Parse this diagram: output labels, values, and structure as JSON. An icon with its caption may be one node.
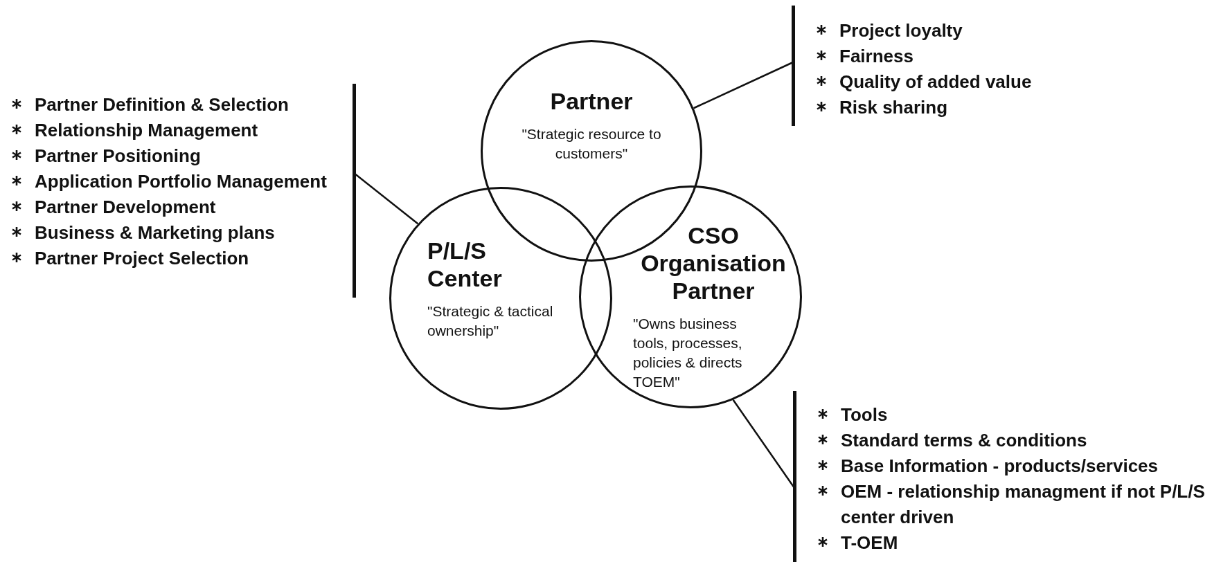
{
  "diagram": {
    "nodes": [
      {
        "text": [
          "Project loyalty",
          "Fairness",
          "Quality of added value",
          "Risk sharing"
        ]
      },
      {
        "text": [
          "Partner Definition & Selection",
          "Relationship Management",
          "Partner Positioning",
          "Application Portfolio Management",
          "Partner Development",
          "Business & Marketing plans",
          "Partner Project Selection"
        ]
      },
      {
        "text": [
          "Partner",
          "\"Strategic resource to customers\""
        ]
      },
      {
        "text": [
          "P/L/S Center",
          "\"Strategic & tactical ownership\""
        ]
      },
      {
        "text": [
          "CSO Organisation Partner",
          "\"Owns business tools, processes, policies & directs TOEM\""
        ]
      },
      {
        "text": [
          "Tools",
          "Standard terms & conditions",
          "Base Information - products/services",
          "OEM - relationship managment if not P/L/S center driven",
          "T-OEM"
        ]
      }
    ],
    "edges": [
      {
        "from": 0,
        "to": 2,
        "arrow": "none"
      },
      {
        "from": 1,
        "to": 3,
        "arrow": "none"
      },
      {
        "from": 5,
        "to": 4,
        "arrow": "none"
      }
    ]
  }
}
